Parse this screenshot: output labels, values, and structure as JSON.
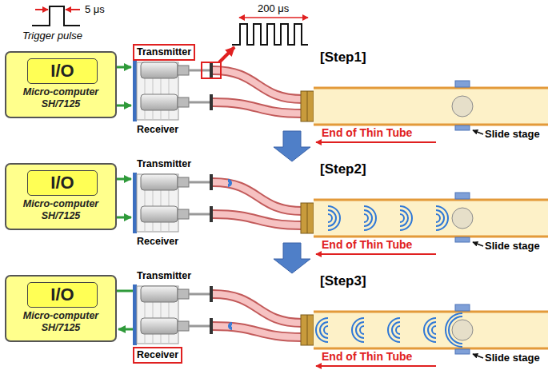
{
  "diagram": {
    "nodes": [
      {
        "text": [
          "Transmitter"
        ]
      },
      {
        "text": [
          "Micro-computer SH/7125"
        ]
      },
      {
        "text": [
          "I/O"
        ],
        "in": 1
      },
      {
        "text": [
          "Micro-computer SH/7125"
        ]
      },
      {
        "text": [
          "I/O"
        ],
        "in": 3
      },
      {
        "text": [
          "Micro-computer SH/7125"
        ]
      },
      {
        "text": [
          "I/O"
        ],
        "in": 5
      },
      {
        "text": [
          "Receiver"
        ]
      }
    ],
    "labels": [
      "5 μs",
      "Trigger pulse",
      "200 μs",
      "[Step1]",
      "Receiver",
      "End of Thin Tube",
      "Slide stage",
      "[Step2]",
      "Transmitter",
      "Receiver",
      "End of Thin Tube",
      "Slide stage",
      "[Step3]",
      "Transmitter",
      "End of Thin Tube",
      "Slide stage"
    ]
  }
}
